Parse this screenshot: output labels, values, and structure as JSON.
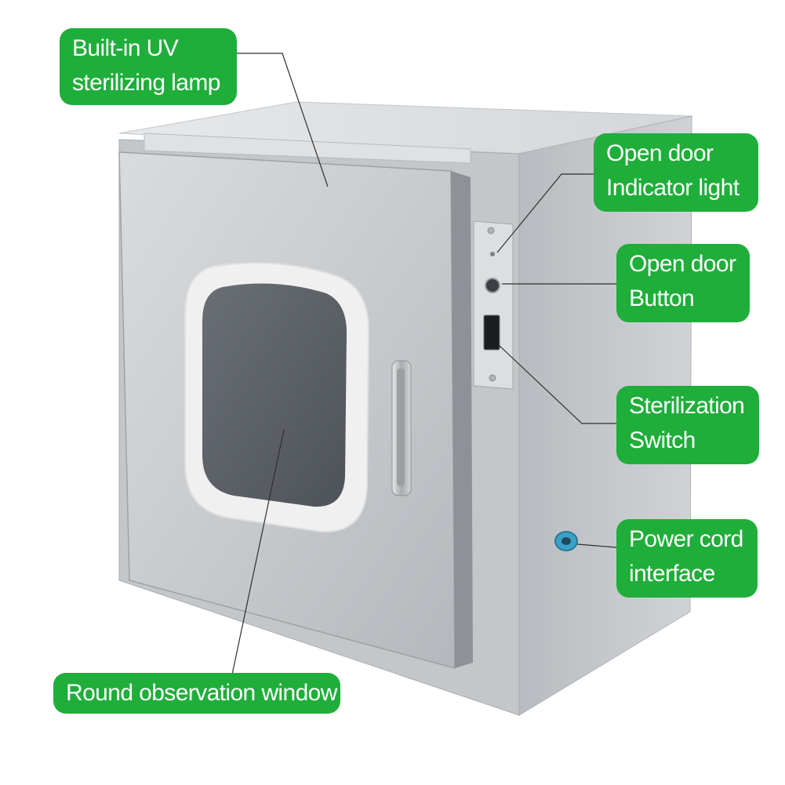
{
  "labels": {
    "uv_lamp": [
      "Built-in UV",
      "sterilizing lamp"
    ],
    "indicator_light": [
      "Open door",
      "Indicator light"
    ],
    "door_button": [
      "Open door",
      "Button"
    ],
    "sterilization_switch": [
      "Sterilization",
      "Switch"
    ],
    "power_cord": [
      "Power cord",
      "interface"
    ],
    "observation_window": "Round observation window"
  },
  "colors": {
    "label_background": "#1fae3a",
    "label_text": "#ffffff",
    "steel_light": "#d6d8da",
    "steel_dark": "#a9adb1",
    "window_glass": "#5b6066",
    "window_frame": "#f2f2f2",
    "connector": "#3aa0c8"
  }
}
